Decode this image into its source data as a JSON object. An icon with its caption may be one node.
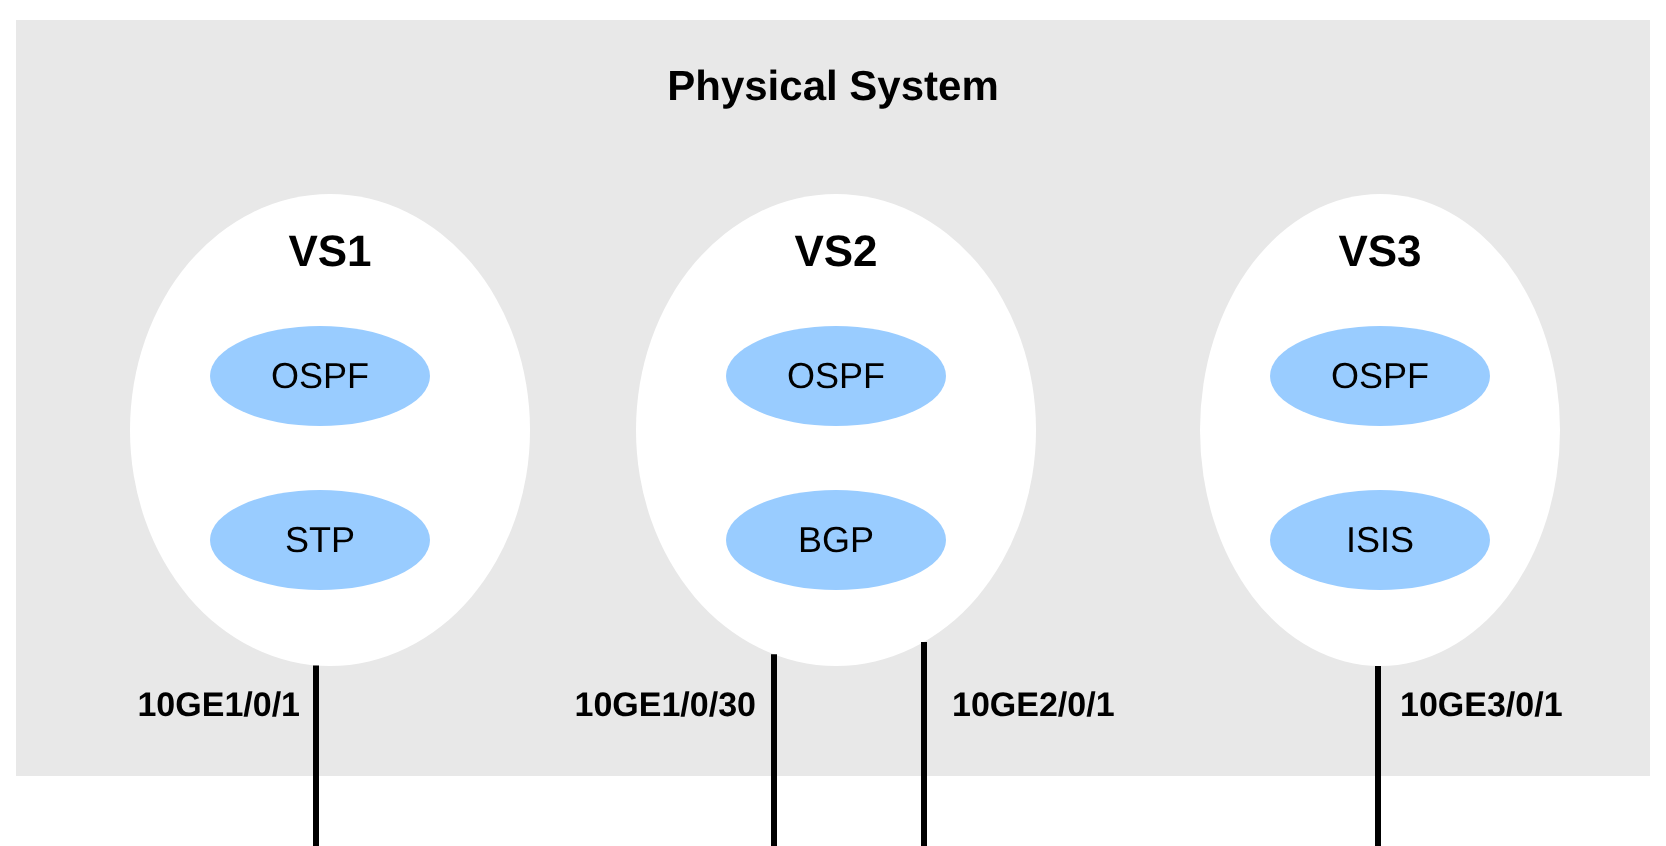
{
  "diagram": {
    "nodes": [
      {
        "text": [
          "Physical System"
        ]
      },
      {
        "text": [
          "VS1"
        ],
        "in": 0
      },
      {
        "text": [
          "OSPF"
        ],
        "in": 1
      },
      {
        "text": [
          "STP"
        ],
        "in": 1
      },
      {
        "text": [
          "VS2"
        ],
        "in": 0
      },
      {
        "text": [
          "OSPF"
        ],
        "in": 4
      },
      {
        "text": [
          "BGP"
        ],
        "in": 4
      },
      {
        "text": [
          "VS3"
        ],
        "in": 0
      },
      {
        "text": [
          "OSPF"
        ],
        "in": 7
      },
      {
        "text": [
          "ISIS"
        ],
        "in": 7
      }
    ],
    "edges": [
      {
        "from": 1,
        "to": null,
        "arrow": "none",
        "label": "10GE1/0/1"
      },
      {
        "from": 4,
        "to": null,
        "arrow": "none",
        "label": "10GE1/0/30"
      },
      {
        "from": 4,
        "to": null,
        "arrow": "none",
        "label": "10GE2/0/1"
      },
      {
        "from": 7,
        "to": null,
        "arrow": "none",
        "label": "10GE3/0/1"
      }
    ]
  }
}
